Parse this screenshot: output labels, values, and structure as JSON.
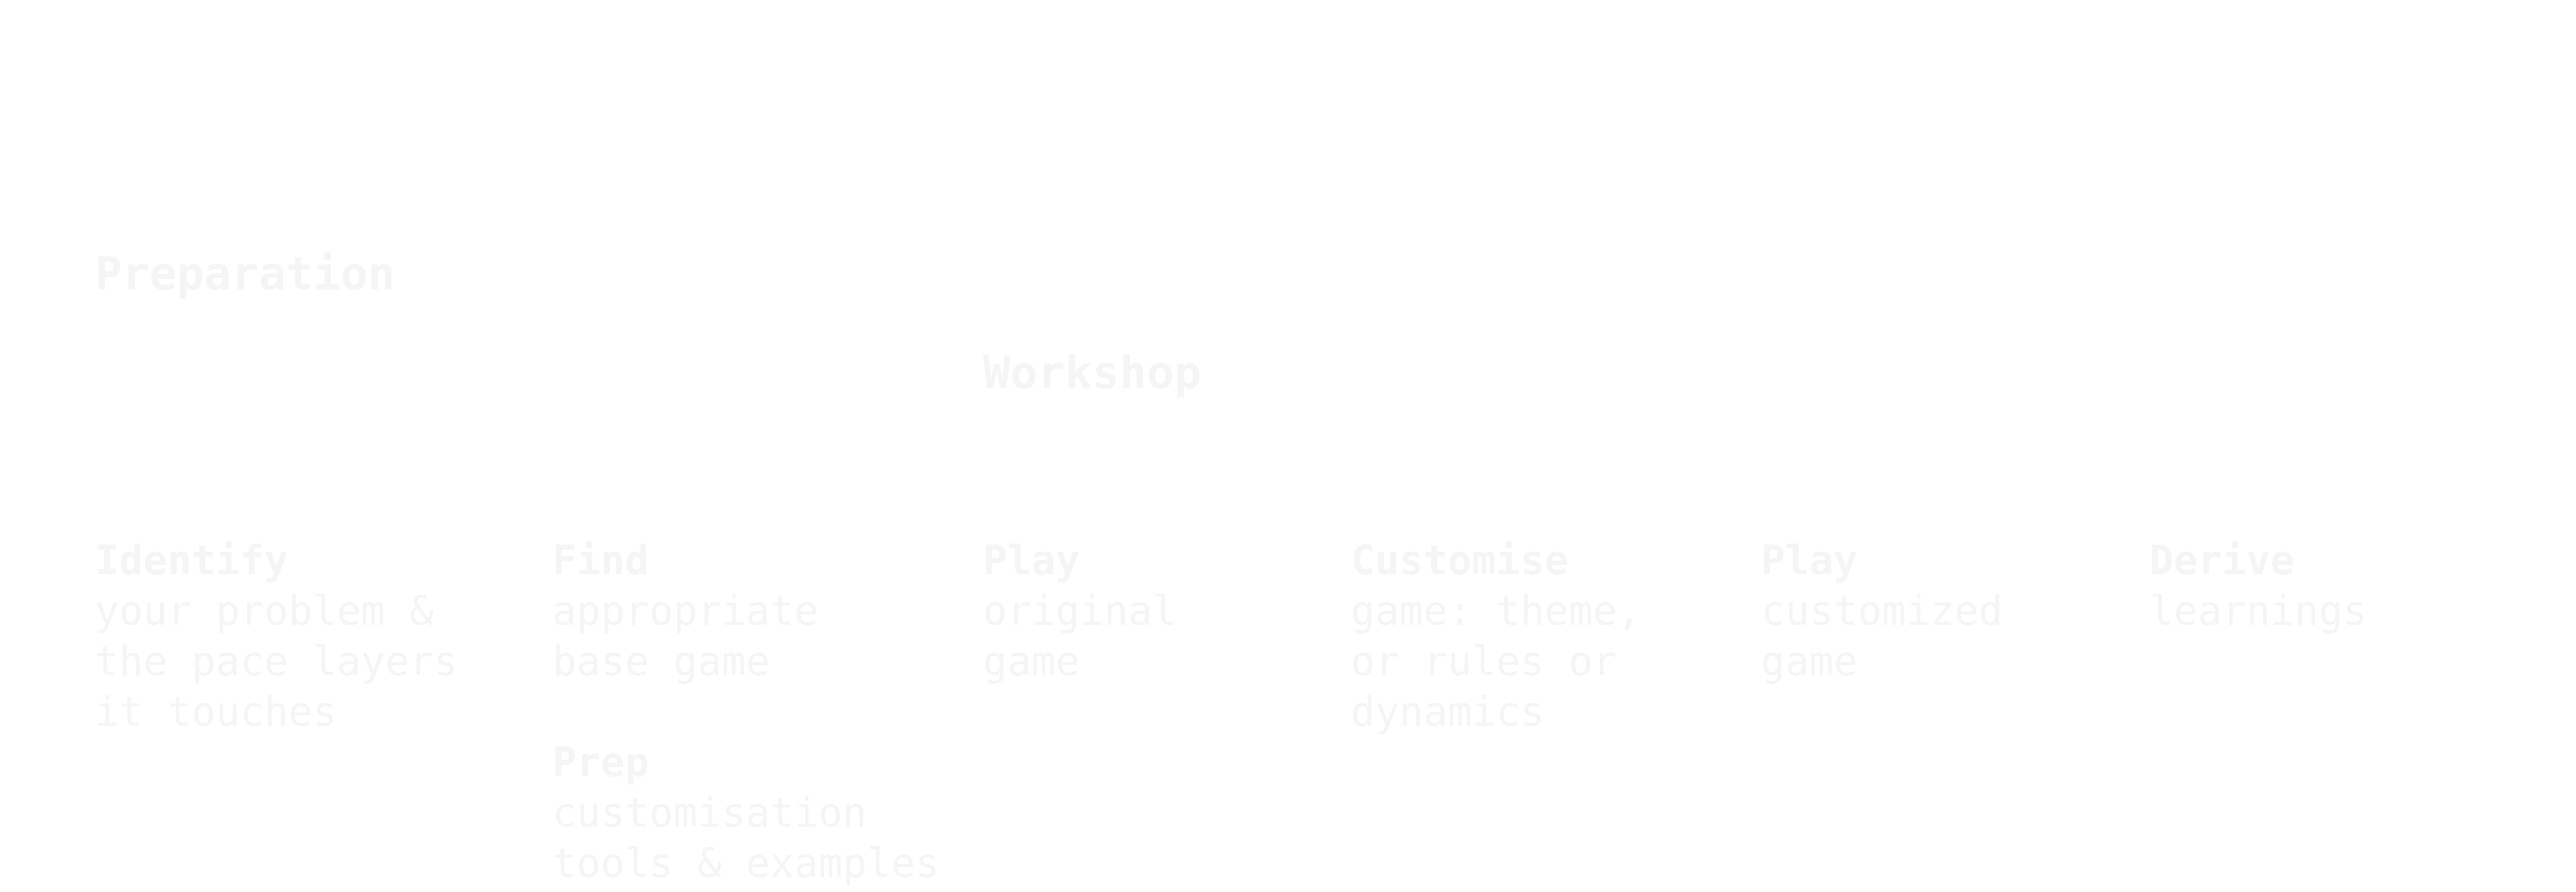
{
  "phases": {
    "preparation": "Preparation",
    "workshop": "Workshop"
  },
  "steps": {
    "identify": {
      "title": "Identify",
      "lines": [
        "your problem &",
        "the pace layers",
        "it touches"
      ]
    },
    "find": {
      "title": "Find",
      "lines": [
        "appropriate",
        "base game"
      ]
    },
    "prep": {
      "title": "Prep",
      "lines": [
        "customisation",
        "tools & examples"
      ]
    },
    "play_original": {
      "title": "Play",
      "lines": [
        "original",
        "game"
      ]
    },
    "customise": {
      "title": "Customise",
      "lines": [
        "game: theme,",
        "or rules or",
        "dynamics"
      ]
    },
    "play_customized": {
      "title": "Play",
      "lines": [
        "customized",
        "game"
      ]
    },
    "derive": {
      "title": "Derive",
      "lines": [
        "learnings"
      ]
    }
  }
}
